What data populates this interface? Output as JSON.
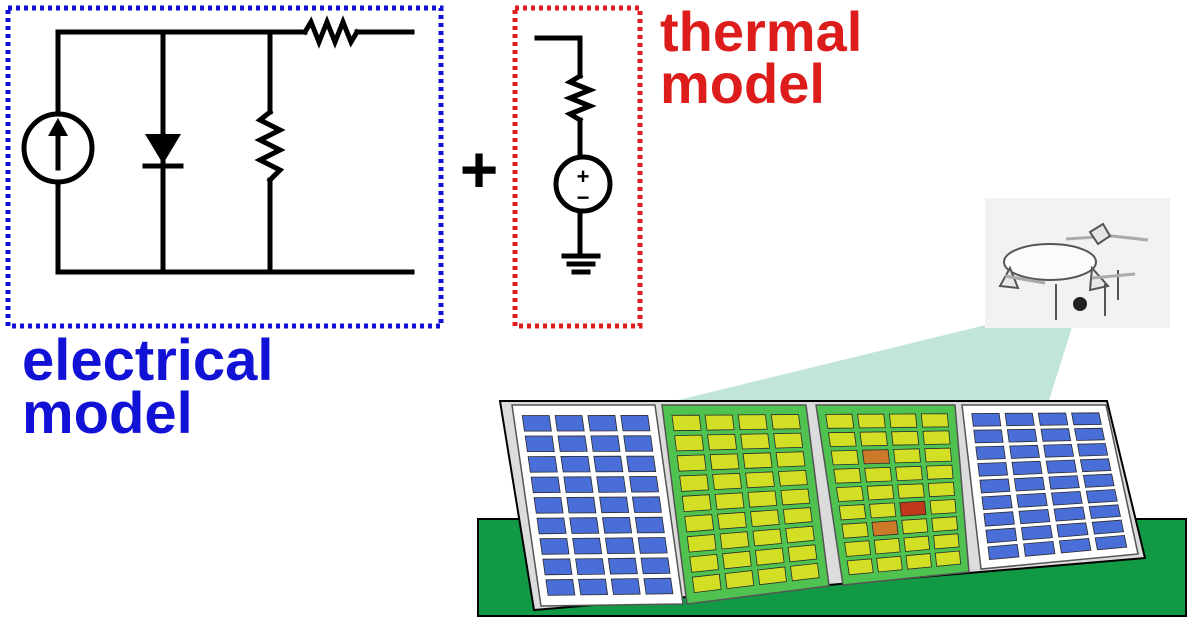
{
  "labels": {
    "electrical_line1": "electrical",
    "electrical_line2": "model",
    "thermal_line1": "thermal",
    "thermal_line2": "model",
    "plus": "+",
    "source_plus": "+",
    "source_minus": "−"
  },
  "colors": {
    "electrical": "#1212d6",
    "thermal": "#dd1c1c",
    "wire": "#000000",
    "ground": "#119944",
    "frame": "#d8d8d8",
    "cell_cool": "#4a6ed8",
    "cell_warm": "#d3df25",
    "cell_hot_light": "#cc7a2a",
    "cell_hot": "#c0391a",
    "panel_bg_warm": "#4fc24f",
    "beam": "#a6dcc6"
  },
  "icons": {
    "current_source": "current-source-icon",
    "diode": "diode-icon",
    "resistor": "resistor-icon",
    "voltage_source": "voltage-source-icon",
    "ground": "ground-icon",
    "drone": "drone-icon"
  },
  "panels": [
    {
      "id": "panel-1",
      "tone": "cool",
      "hot_cells": []
    },
    {
      "id": "panel-2",
      "tone": "warm",
      "hot_cells": []
    },
    {
      "id": "panel-3",
      "tone": "warm",
      "hot_cells": [
        "r2c1",
        "r5c2",
        "r6c1"
      ]
    },
    {
      "id": "panel-4",
      "tone": "cool",
      "hot_cells": []
    }
  ]
}
